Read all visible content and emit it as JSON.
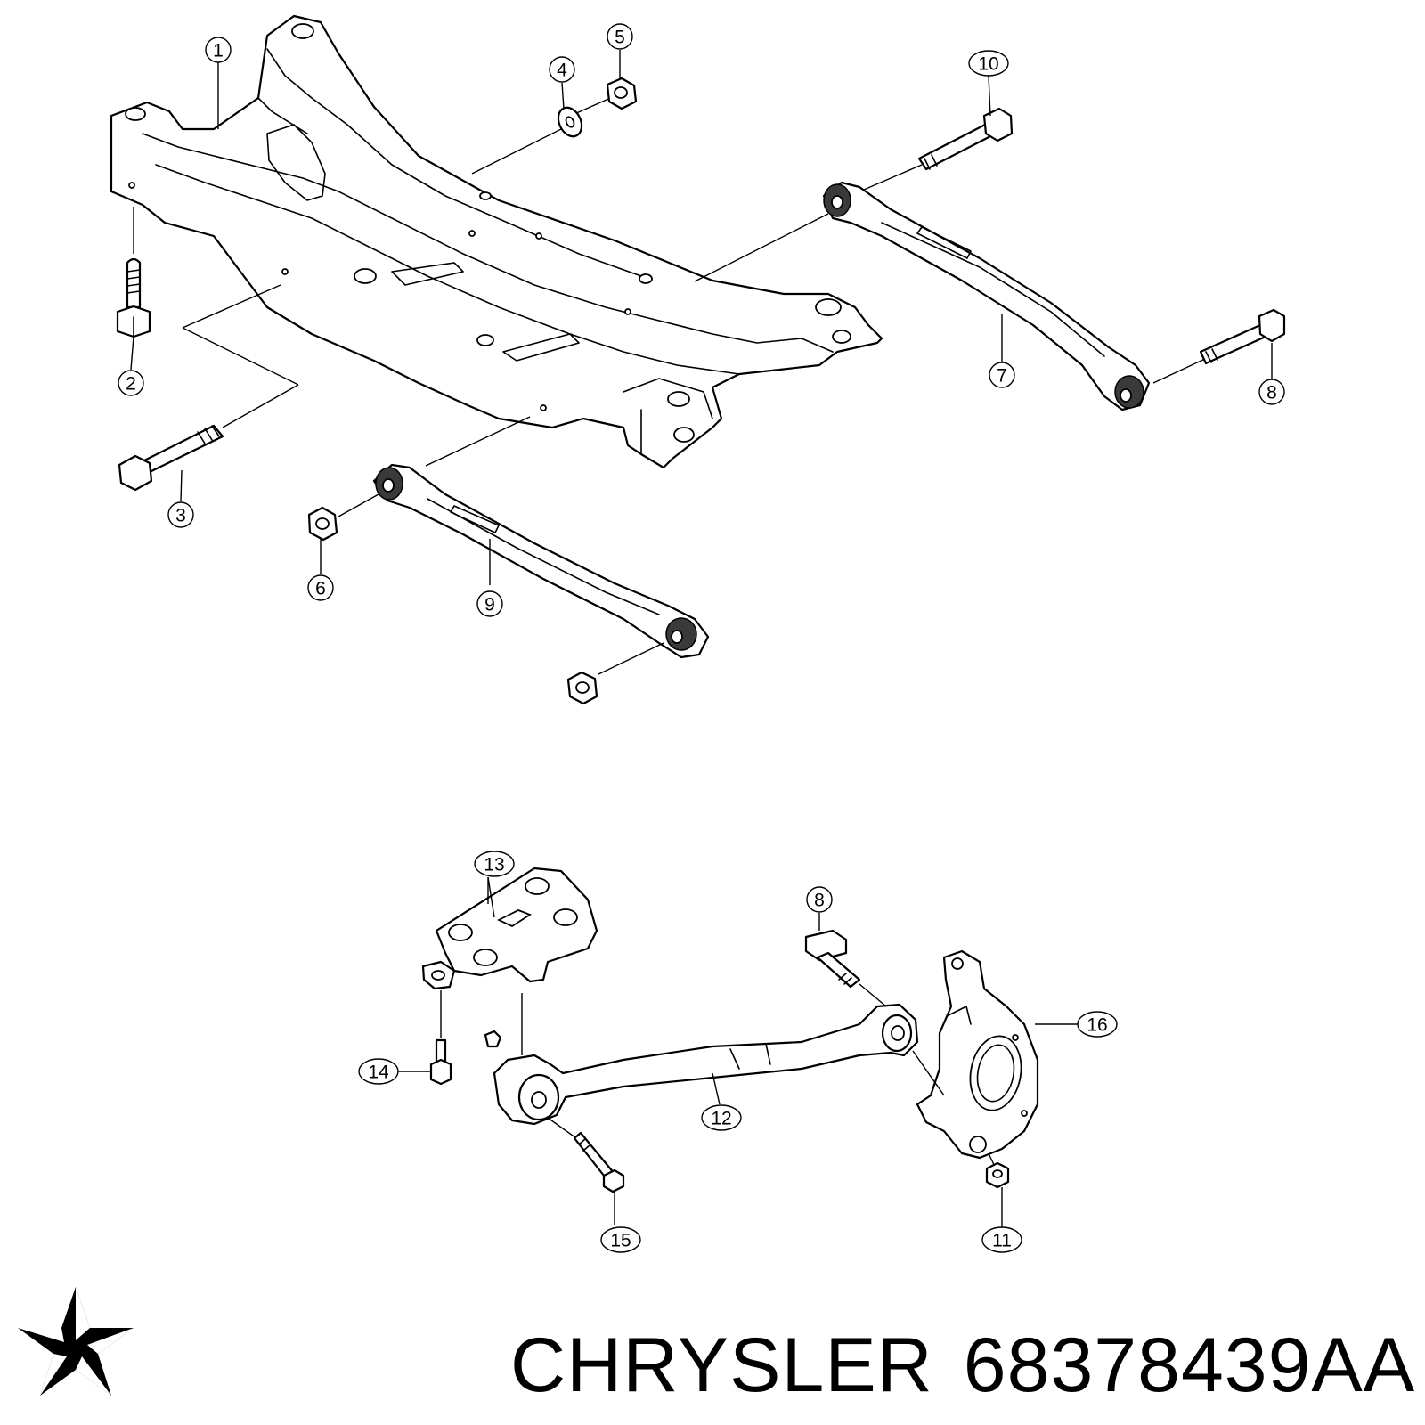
{
  "brand": {
    "name": "CHRYSLER",
    "part_number": "68378439AA",
    "logo_icon": "pentastar-logo-icon",
    "logo_color": "#000000"
  },
  "callouts": {
    "c1": "1",
    "c2": "2",
    "c3": "3",
    "c4": "4",
    "c5": "5",
    "c6": "6",
    "c7": "7",
    "c8_upper": "8",
    "c9": "9",
    "c10": "10",
    "c11": "11",
    "c12": "12",
    "c13": "13",
    "c14": "14",
    "c15": "15",
    "c16": "16",
    "c8_lower": "8"
  }
}
